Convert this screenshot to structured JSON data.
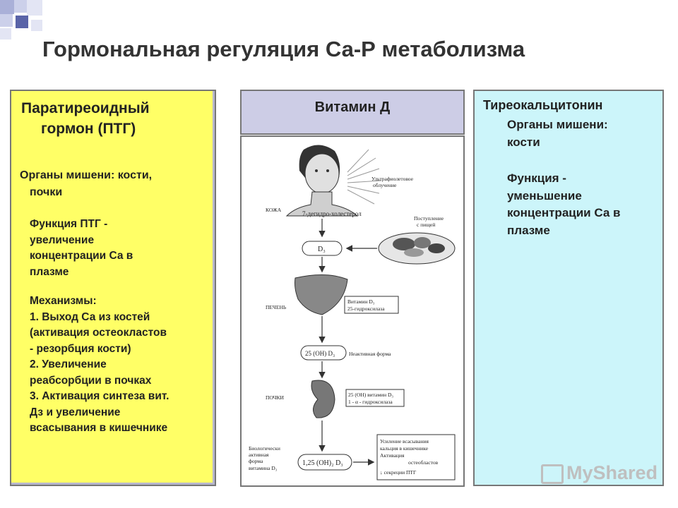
{
  "title": "Гормональная регуляция Са-Р метаболизма",
  "left": {
    "heading_line1": "Паратиреоидный",
    "heading_line2": "гормон (ПТГ)",
    "targets_line1": "Органы мишени: кости,",
    "targets_line2": "почки",
    "function_lines": [
      "Функция ПТГ -",
      "увеличение",
      "концентрации Са в",
      "плазме"
    ],
    "mechanism_lines": [
      "Механизмы:",
      "1. Выход Са из костей",
      "(активация остеокластов",
      "- резорбция кости)",
      "2. Увеличение",
      "реабсорбции в почках",
      "3. Активация синтеза вит.",
      "Дз и увеличение",
      "всасывания в кишечнике"
    ]
  },
  "middle": {
    "heading": "Витамин Д",
    "diagram": {
      "uv_label_1": "Ультрафиолетовое",
      "uv_label_2": "облучение",
      "skin": "КОЖА",
      "dehydro": "7-дегидро-холестерол",
      "food_1": "Поступление",
      "food_2": "с пищей",
      "d3": "D₃",
      "liver": "ПЕЧЕНЬ",
      "liver_enzyme_1": "Витамин D₃",
      "liver_enzyme_2": "25-гидроксилаза",
      "oh_d3": "25 (OH) D₃",
      "inactive": "Неактивная форма",
      "kidney": "ПОЧКИ",
      "kidney_enzyme_1": "25 (OH) витамин D₃",
      "kidney_enzyme_2": "1 - α - гидроксилаза",
      "active_1": "Биологически",
      "active_2": "активная",
      "active_3": "форма",
      "active_4": "витамина D₃",
      "final": "1,25 (OH)₂ D₃",
      "effect_1": "Усиление всасывания",
      "effect_2": "кальция в кишечнике",
      "effect_3": "Активация",
      "effect_4": "остеобластов",
      "effect_5": "↓ секреции ПТГ"
    }
  },
  "right": {
    "heading": "Тиреокальцитонин",
    "target_lines": [
      "Органы мишени:",
      "кости"
    ],
    "function_lines": [
      "Функция -",
      "уменьшение",
      "концентрации Са в",
      "плазме"
    ]
  },
  "watermark": "MyShared",
  "colors": {
    "left_bg": "#ffff66",
    "mid_head_bg": "#cdcde6",
    "right_bg": "#ccf5fa"
  }
}
